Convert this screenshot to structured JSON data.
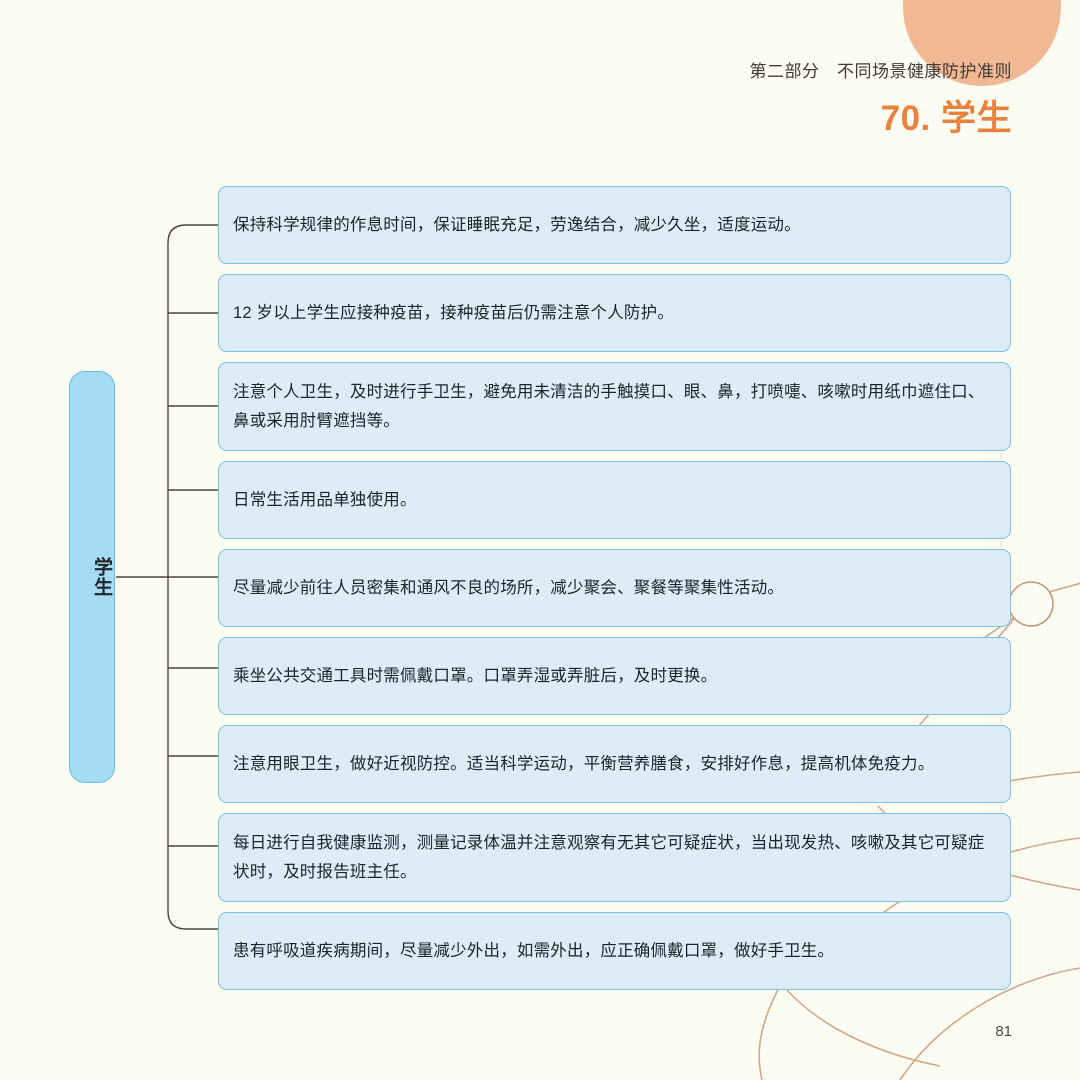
{
  "header": {
    "section_label": "第二部分　不同场景健康防护准则",
    "title": "70. 学生"
  },
  "root_node": {
    "label": "学生"
  },
  "items": [
    {
      "text": "保持科学规律的作息时间，保证睡眠充足，劳逸结合，减少久坐，适度运动。",
      "lines": 1
    },
    {
      "text": "12 岁以上学生应接种疫苗，接种疫苗后仍需注意个人防护。",
      "lines": 1
    },
    {
      "text": "注意个人卫生，及时进行手卫生，避免用未清洁的手触摸口、眼、鼻，打喷嚏、咳嗽时用纸巾遮住口、鼻或采用肘臂遮挡等。",
      "lines": 2
    },
    {
      "text": "日常生活用品单独使用。",
      "lines": 1
    },
    {
      "text": "尽量减少前往人员密集和通风不良的场所，减少聚会、聚餐等聚集性活动。",
      "lines": 1
    },
    {
      "text": "乘坐公共交通工具时需佩戴口罩。口罩弄湿或弄脏后，及时更换。",
      "lines": 1
    },
    {
      "text": "注意用眼卫生，做好近视防控。适当科学运动，平衡营养膳食，安排好作息，提高机体免疫力。",
      "lines": 1
    },
    {
      "text": "每日进行自我健康监测，测量记录体温并注意观察有无其它可疑症状，当出现发热、咳嗽及其它可疑症状时，及时报告班主任。",
      "lines": 2
    },
    {
      "text": "患有呼吸道疾病期间，尽量减少外出，如需外出，应正确佩戴口罩，做好手卫生。",
      "lines": 1
    }
  ],
  "footer": {
    "page_number": "81"
  },
  "colors": {
    "background": "#fdfcf3",
    "title_orange": "#e8823c",
    "corner_circle": "#f1b894",
    "box_fill": "#dcedf8",
    "box_border": "#7cc3e2",
    "root_fill": "#a5dcf4",
    "root_border": "#63c0d8",
    "connector": "#4a4540",
    "decor_line": "#cfa98a"
  }
}
